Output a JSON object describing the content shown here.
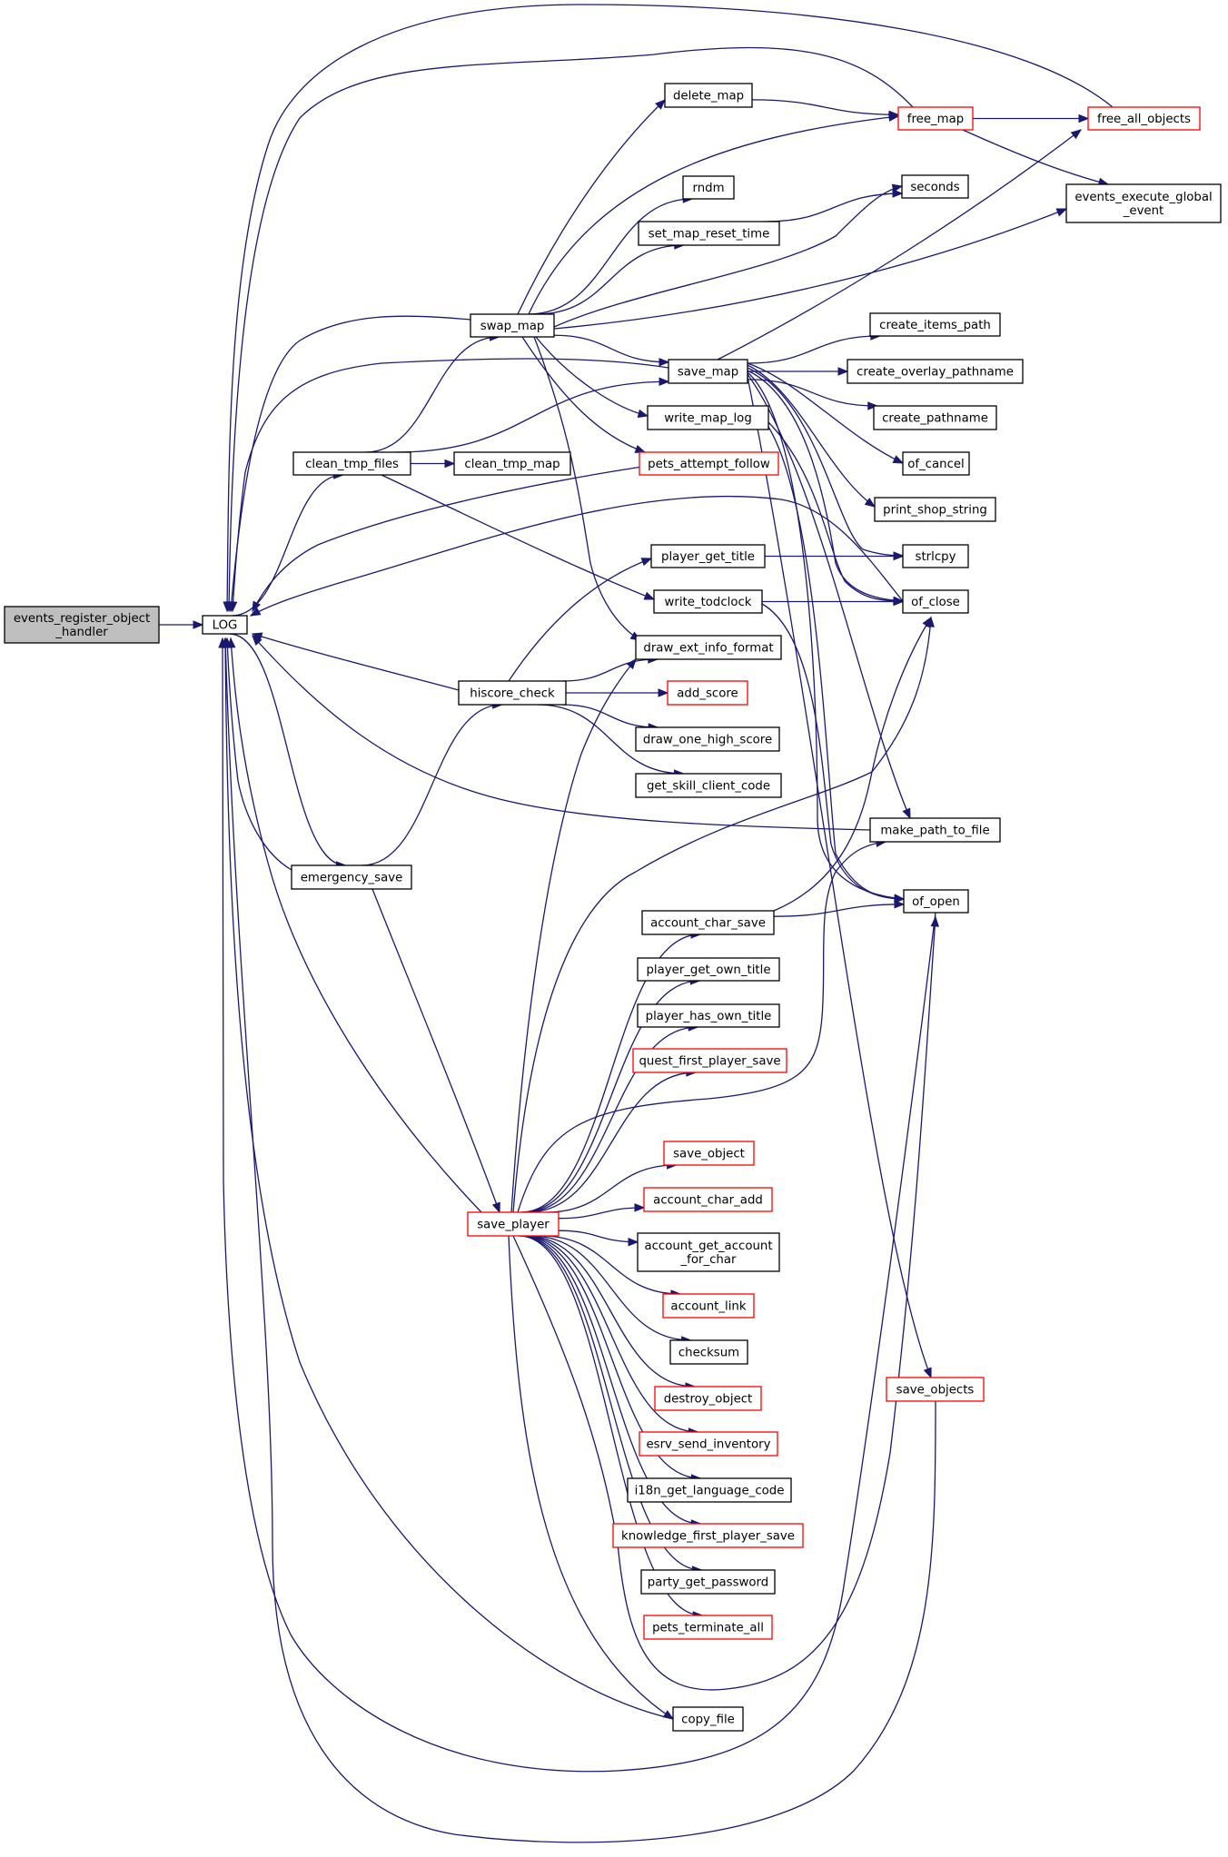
{
  "graph": {
    "colors": {
      "edge": "#191970",
      "node_border_normal": "#000000",
      "node_border_truncated": "#ff0000",
      "root_fill": "#bfbfbf"
    },
    "nodes": [
      {
        "id": "events_register_object_handler",
        "lines": [
          "events_register_object",
          "_handler"
        ],
        "style": "root"
      },
      {
        "id": "LOG",
        "lines": [
          "LOG"
        ],
        "style": "black"
      },
      {
        "id": "clean_tmp_files",
        "lines": [
          "clean_tmp_files"
        ],
        "style": "black"
      },
      {
        "id": "swap_map",
        "lines": [
          "swap_map"
        ],
        "style": "black"
      },
      {
        "id": "emergency_save",
        "lines": [
          "emergency_save"
        ],
        "style": "black"
      },
      {
        "id": "hiscore_check",
        "lines": [
          "hiscore_check"
        ],
        "style": "black"
      },
      {
        "id": "save_player",
        "lines": [
          "save_player"
        ],
        "style": "red"
      },
      {
        "id": "delete_map",
        "lines": [
          "delete_map"
        ],
        "style": "black"
      },
      {
        "id": "rndm",
        "lines": [
          "rndm"
        ],
        "style": "black"
      },
      {
        "id": "set_map_reset_time",
        "lines": [
          "set_map_reset_time"
        ],
        "style": "black"
      },
      {
        "id": "save_map",
        "lines": [
          "save_map"
        ],
        "style": "black"
      },
      {
        "id": "write_map_log",
        "lines": [
          "write_map_log"
        ],
        "style": "black"
      },
      {
        "id": "clean_tmp_map",
        "lines": [
          "clean_tmp_map"
        ],
        "style": "black"
      },
      {
        "id": "pets_attempt_follow",
        "lines": [
          "pets_attempt_follow"
        ],
        "style": "red"
      },
      {
        "id": "player_get_title",
        "lines": [
          "player_get_title"
        ],
        "style": "black"
      },
      {
        "id": "write_todclock",
        "lines": [
          "write_todclock"
        ],
        "style": "black"
      },
      {
        "id": "draw_ext_info_format",
        "lines": [
          "draw_ext_info_format"
        ],
        "style": "black"
      },
      {
        "id": "add_score",
        "lines": [
          "add_score"
        ],
        "style": "red"
      },
      {
        "id": "draw_one_high_score",
        "lines": [
          "draw_one_high_score"
        ],
        "style": "black"
      },
      {
        "id": "get_skill_client_code",
        "lines": [
          "get_skill_client_code"
        ],
        "style": "black"
      },
      {
        "id": "account_char_save",
        "lines": [
          "account_char_save"
        ],
        "style": "black"
      },
      {
        "id": "player_get_own_title",
        "lines": [
          "player_get_own_title"
        ],
        "style": "black"
      },
      {
        "id": "player_has_own_title",
        "lines": [
          "player_has_own_title"
        ],
        "style": "black"
      },
      {
        "id": "quest_first_player_save",
        "lines": [
          "quest_first_player_save"
        ],
        "style": "red"
      },
      {
        "id": "save_object",
        "lines": [
          "save_object"
        ],
        "style": "red"
      },
      {
        "id": "account_char_add",
        "lines": [
          "account_char_add"
        ],
        "style": "red"
      },
      {
        "id": "account_get_account_for_char",
        "lines": [
          "account_get_account",
          "_for_char"
        ],
        "style": "black"
      },
      {
        "id": "account_link",
        "lines": [
          "account_link"
        ],
        "style": "red"
      },
      {
        "id": "checksum",
        "lines": [
          "checksum"
        ],
        "style": "black"
      },
      {
        "id": "destroy_object",
        "lines": [
          "destroy_object"
        ],
        "style": "red"
      },
      {
        "id": "esrv_send_inventory",
        "lines": [
          "esrv_send_inventory"
        ],
        "style": "red"
      },
      {
        "id": "i18n_get_language_code",
        "lines": [
          "i18n_get_language_code"
        ],
        "style": "black"
      },
      {
        "id": "knowledge_first_player_save",
        "lines": [
          "knowledge_first_player_save"
        ],
        "style": "red"
      },
      {
        "id": "party_get_password",
        "lines": [
          "party_get_password"
        ],
        "style": "black"
      },
      {
        "id": "pets_terminate_all",
        "lines": [
          "pets_terminate_all"
        ],
        "style": "red"
      },
      {
        "id": "copy_file",
        "lines": [
          "copy_file"
        ],
        "style": "black"
      },
      {
        "id": "free_map",
        "lines": [
          "free_map"
        ],
        "style": "red"
      },
      {
        "id": "free_all_objects",
        "lines": [
          "free_all_objects"
        ],
        "style": "red"
      },
      {
        "id": "seconds",
        "lines": [
          "seconds"
        ],
        "style": "black"
      },
      {
        "id": "events_execute_global_event",
        "lines": [
          "events_execute_global",
          "_event"
        ],
        "style": "black"
      },
      {
        "id": "create_items_path",
        "lines": [
          "create_items_path"
        ],
        "style": "black"
      },
      {
        "id": "create_overlay_pathname",
        "lines": [
          "create_overlay_pathname"
        ],
        "style": "black"
      },
      {
        "id": "create_pathname",
        "lines": [
          "create_pathname"
        ],
        "style": "black"
      },
      {
        "id": "of_cancel",
        "lines": [
          "of_cancel"
        ],
        "style": "black"
      },
      {
        "id": "print_shop_string",
        "lines": [
          "print_shop_string"
        ],
        "style": "black"
      },
      {
        "id": "strlcpy",
        "lines": [
          "strlcpy"
        ],
        "style": "black"
      },
      {
        "id": "of_close",
        "lines": [
          "of_close"
        ],
        "style": "black"
      },
      {
        "id": "make_path_to_file",
        "lines": [
          "make_path_to_file"
        ],
        "style": "black"
      },
      {
        "id": "of_open",
        "lines": [
          "of_open"
        ],
        "style": "black"
      },
      {
        "id": "save_objects",
        "lines": [
          "save_objects"
        ],
        "style": "red"
      }
    ],
    "edges": [
      [
        "events_register_object_handler",
        "LOG"
      ],
      [
        "LOG",
        "clean_tmp_files"
      ],
      [
        "LOG",
        "emergency_save"
      ],
      [
        "clean_tmp_files",
        "swap_map"
      ],
      [
        "clean_tmp_files",
        "save_map"
      ],
      [
        "clean_tmp_files",
        "clean_tmp_map"
      ],
      [
        "clean_tmp_files",
        "write_todclock"
      ],
      [
        "swap_map",
        "LOG"
      ],
      [
        "swap_map",
        "delete_map"
      ],
      [
        "swap_map",
        "free_map"
      ],
      [
        "swap_map",
        "rndm"
      ],
      [
        "swap_map",
        "set_map_reset_time"
      ],
      [
        "swap_map",
        "seconds"
      ],
      [
        "swap_map",
        "events_execute_global_event"
      ],
      [
        "swap_map",
        "save_map"
      ],
      [
        "swap_map",
        "write_map_log"
      ],
      [
        "swap_map",
        "pets_attempt_follow"
      ],
      [
        "swap_map",
        "draw_ext_info_format"
      ],
      [
        "delete_map",
        "free_map"
      ],
      [
        "free_map",
        "free_all_objects"
      ],
      [
        "free_map",
        "events_execute_global_event"
      ],
      [
        "free_map",
        "LOG"
      ],
      [
        "free_all_objects",
        "LOG"
      ],
      [
        "set_map_reset_time",
        "seconds"
      ],
      [
        "save_map",
        "LOG"
      ],
      [
        "save_map",
        "free_all_objects"
      ],
      [
        "save_map",
        "create_items_path"
      ],
      [
        "save_map",
        "create_overlay_pathname"
      ],
      [
        "save_map",
        "create_pathname"
      ],
      [
        "save_map",
        "of_cancel"
      ],
      [
        "save_map",
        "print_shop_string"
      ],
      [
        "save_map",
        "strlcpy"
      ],
      [
        "save_map",
        "of_close"
      ],
      [
        "save_map",
        "make_path_to_file"
      ],
      [
        "save_map",
        "of_open"
      ],
      [
        "save_map",
        "save_objects"
      ],
      [
        "write_map_log",
        "of_close"
      ],
      [
        "write_map_log",
        "of_open"
      ],
      [
        "pets_attempt_follow",
        "LOG"
      ],
      [
        "player_get_title",
        "strlcpy"
      ],
      [
        "write_todclock",
        "of_close"
      ],
      [
        "write_todclock",
        "of_open"
      ],
      [
        "of_close",
        "LOG"
      ],
      [
        "make_path_to_file",
        "LOG"
      ],
      [
        "emergency_save",
        "LOG"
      ],
      [
        "emergency_save",
        "hiscore_check"
      ],
      [
        "emergency_save",
        "save_player"
      ],
      [
        "hiscore_check",
        "LOG"
      ],
      [
        "hiscore_check",
        "player_get_title"
      ],
      [
        "hiscore_check",
        "draw_ext_info_format"
      ],
      [
        "hiscore_check",
        "add_score"
      ],
      [
        "hiscore_check",
        "draw_one_high_score"
      ],
      [
        "hiscore_check",
        "get_skill_client_code"
      ],
      [
        "save_player",
        "LOG"
      ],
      [
        "save_player",
        "draw_ext_info_format"
      ],
      [
        "save_player",
        "of_close"
      ],
      [
        "save_player",
        "account_char_save"
      ],
      [
        "save_player",
        "player_get_own_title"
      ],
      [
        "save_player",
        "player_has_own_title"
      ],
      [
        "save_player",
        "quest_first_player_save"
      ],
      [
        "save_player",
        "make_path_to_file"
      ],
      [
        "save_player",
        "save_object"
      ],
      [
        "save_player",
        "account_char_add"
      ],
      [
        "save_player",
        "account_get_account_for_char"
      ],
      [
        "save_player",
        "account_link"
      ],
      [
        "save_player",
        "checksum"
      ],
      [
        "save_player",
        "destroy_object"
      ],
      [
        "save_player",
        "esrv_send_inventory"
      ],
      [
        "save_player",
        "i18n_get_language_code"
      ],
      [
        "save_player",
        "knowledge_first_player_save"
      ],
      [
        "save_player",
        "party_get_password"
      ],
      [
        "save_player",
        "pets_terminate_all"
      ],
      [
        "save_player",
        "of_open"
      ],
      [
        "save_player",
        "copy_file"
      ],
      [
        "account_char_save",
        "of_close"
      ],
      [
        "account_char_save",
        "of_open"
      ],
      [
        "copy_file",
        "LOG"
      ],
      [
        "of_open",
        "LOG"
      ],
      [
        "save_objects",
        "LOG"
      ]
    ]
  }
}
